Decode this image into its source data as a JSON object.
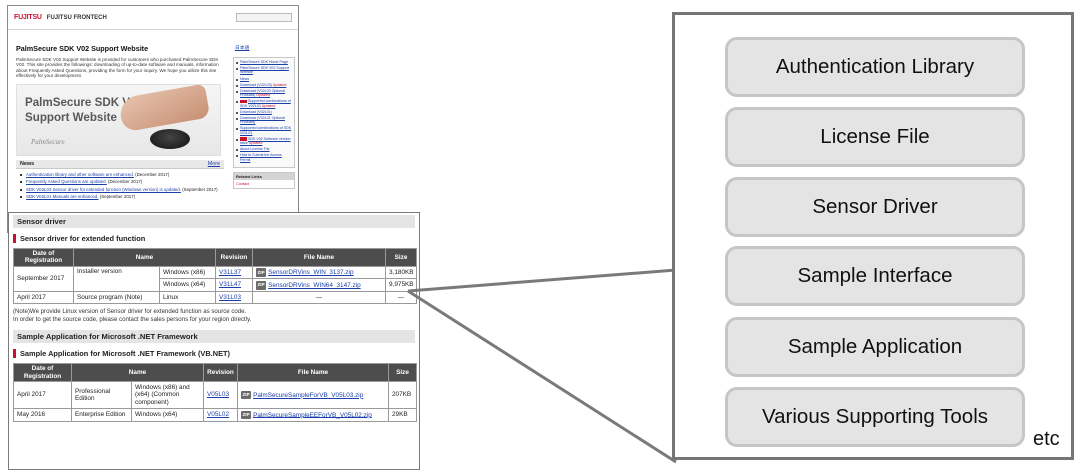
{
  "back_site": {
    "logo_mark": "FUJITSU",
    "logo_text": "FUJITSU FRONTECH",
    "title": "PalmSecure SDK V02 Support Website",
    "description": "PalmSecure SDK V02 Support Website is provided for customers who purchased PalmSecure SDK V02. This site provides the followings: downloading of up-to-date software and manuals, information about Frequently Asked Questions, providing the form for your inquiry. We hope you utilize this site effectively for your development.",
    "hero": {
      "title_line1": "PalmSecure SDK V02",
      "title_line2": "Support Website",
      "brand": "PalmSecure"
    },
    "news": {
      "label": "News",
      "more": "More",
      "items": [
        {
          "link": "Authentication library and other software are enhanced.",
          "date": "(December 2017)"
        },
        {
          "link": "Frequently Asked Questions are updated.",
          "date": "(December 2017)"
        },
        {
          "link": "SDK V02L03 Sensor driver for extended function (Windows version) is updated.",
          "date": "(September 2017)"
        },
        {
          "link": "SDK V02L01 Manuals are enhanced.",
          "date": "(September 2017)"
        }
      ]
    },
    "side": {
      "top_link": "日本語",
      "items": [
        {
          "text": "PalmSecure SDK Home Page"
        },
        {
          "text": "PalmSecure SDK V02 Support Website"
        },
        {
          "text": "News"
        },
        {
          "text": "Download (V02L03)",
          "badge": "Updated"
        },
        {
          "text": "Download (V02L03 Optional Products)",
          "badge": "Updated"
        },
        {
          "text": "Supported combinations of SDK V02L03",
          "badge": "Updated"
        },
        {
          "text": "Download (V02L01)"
        },
        {
          "text": "Download (V02L01 Optional Products)"
        },
        {
          "text": "Supported combinations of SDK V02L01"
        },
        {
          "text": "SDK V02 Software version table",
          "badge": "Updated"
        },
        {
          "text": "About License File"
        },
        {
          "text": "How to Submit the Access Permit"
        }
      ],
      "related_header": "Related Links",
      "related_item": "Contact"
    }
  },
  "front_site": {
    "sensor_section": "Sensor driver",
    "sensor_sub": "Sensor driver for extended function",
    "sensor_table": {
      "headers": [
        "Date of Registration",
        "Name",
        "Revision",
        "File Name",
        "Size"
      ],
      "rows": [
        {
          "date": "September 2017",
          "name": "Installer version",
          "os": "Windows (x86)",
          "rev": "V31L37",
          "file": "SensorDRVins_WIN_3137.zip",
          "size": "3,180KB"
        },
        {
          "os": "Windows (x64)",
          "rev": "V31L47",
          "file": "SensorDRVins_WIN64_3147.zip",
          "size": "9,975KB"
        },
        {
          "date": "April 2017",
          "name": "Source program (Note)",
          "os": "Linux",
          "rev": "V31L03",
          "file": "—",
          "size": "—"
        }
      ]
    },
    "sensor_note1": "(Note)We provide Linux version of Sensor driver for extended function as source code.",
    "sensor_note2": "In order to get the source code, please contact the sales persons for your region directly.",
    "net_section": "Sample Application for Microsoft .NET Framework",
    "net_sub": "Sample Application for Microsoft .NET Framework (VB.NET)",
    "net_table": {
      "headers": [
        "Date of Registration",
        "Name",
        "Revision",
        "File Name",
        "Size"
      ],
      "rows": [
        {
          "date": "April 2017",
          "name": "Professional Edition",
          "os": "Windows (x86) and (x64) (Common component)",
          "rev": "V05L03",
          "file": "PalmSecureSampleForVB_V05L03.zip",
          "size": "207KB"
        },
        {
          "date": "May 2016",
          "name": "Enterprise Edition",
          "os": "Windows (x64)",
          "rev": "V05L02",
          "file": "PalmSecureSampleEEForVB_V05L02.zip",
          "size": "29KB"
        }
      ]
    },
    "zip_badge": "ZIP"
  },
  "panel": {
    "features": [
      "Authentication Library",
      "License File",
      "Sensor Driver",
      "Sample Interface",
      "Sample Application",
      "Various Supporting Tools"
    ],
    "etc": "etc"
  },
  "colors": {
    "accent_red": "#c8102e",
    "table_header": "#4d4d4d",
    "panel_border": "#767676",
    "feature_fill": "#e4e4e4"
  }
}
